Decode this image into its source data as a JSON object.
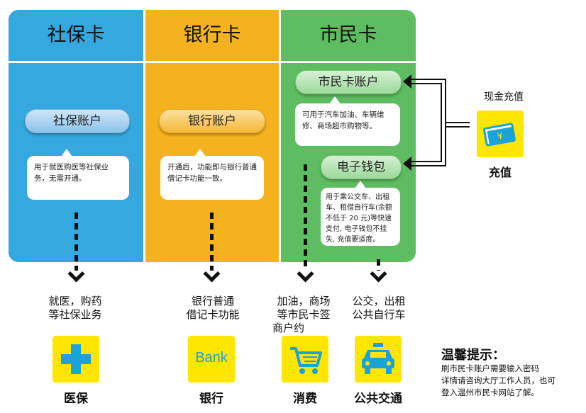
{
  "columns": {
    "shebao": {
      "title": "社保卡",
      "account": "社保账户",
      "note": "用于就医购医等社保业务，无需开通。"
    },
    "bank": {
      "title": "银行卡",
      "account": "银行账户",
      "note": "开通后，功能即与银行普通借记卡功能一致。"
    },
    "shimin": {
      "title": "市民卡",
      "account": "市民卡账户",
      "note": "可用于汽车加油、车辆维修、商场超市购物等。",
      "wallet": "电子钱包",
      "wallet_note": "用于乘公交车、出租车、租借自行车(余额不低于 20 元)等快速支付, 电子钱包不挂失, 充值要适度。"
    }
  },
  "recharge": {
    "cash_label": "现金充值",
    "label": "充值",
    "icon_char": "¥",
    "icon": "cash-icon"
  },
  "usages": [
    {
      "line1": "就医，购药",
      "line2": "等社保业务",
      "line3": ""
    },
    {
      "line1": "银行普通",
      "line2": "借记卡功能",
      "line3": ""
    },
    {
      "line1": "加油，商场",
      "line2": "等市民卡签",
      "line3": "商户约"
    },
    {
      "line1": "公交，出租",
      "line2": "公共自行车",
      "line3": ""
    }
  ],
  "tiles": [
    {
      "label": "医保",
      "icon": "medical-cross-icon"
    },
    {
      "label": "银行",
      "icon": "bank-icon",
      "icon_text": "Bank"
    },
    {
      "label": "消费",
      "icon": "shopping-cart-icon"
    },
    {
      "label": "公共交通",
      "icon": "taxi-icon"
    }
  ],
  "tip": {
    "title": "温馨提示：",
    "line1": "刷市民卡账户需要输入密码",
    "line2": "详情请咨询大厅工作人员，也可",
    "line3": "登入温州市民卡网站了解。"
  },
  "colors": {
    "blue": "#35a8e0",
    "orange": "#f4b21f",
    "green": "#5ebd60",
    "yellow": "#ffe600"
  }
}
